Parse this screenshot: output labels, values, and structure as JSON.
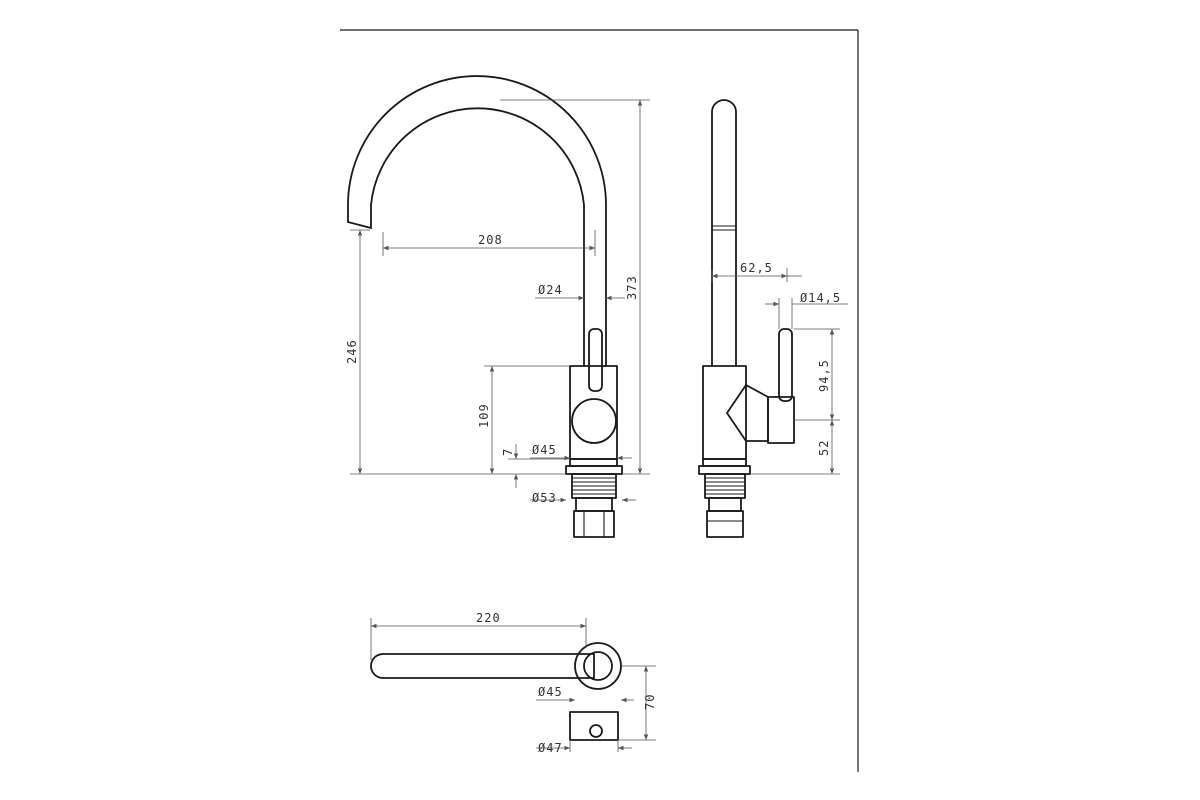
{
  "colors": {
    "line": "#1a1a1a",
    "dimension": "#555555",
    "text": "#333333",
    "background": "#ffffff"
  },
  "front_view": {
    "spout_reach": "208",
    "total_height": "373",
    "spout_height": "246",
    "tube_diameter": "Ø24",
    "body_height": "109",
    "base_gap": "7",
    "body_diameter": "Ø45",
    "thread_diameter": "Ø53"
  },
  "side_view": {
    "lever_offset": "62,5",
    "lever_diameter": "Ø14,5",
    "lever_height": "94,5",
    "base_height": "52"
  },
  "top_view": {
    "spout_length": "220",
    "body_diameter": "Ø45",
    "base_diameter": "Ø47",
    "depth": "70"
  }
}
